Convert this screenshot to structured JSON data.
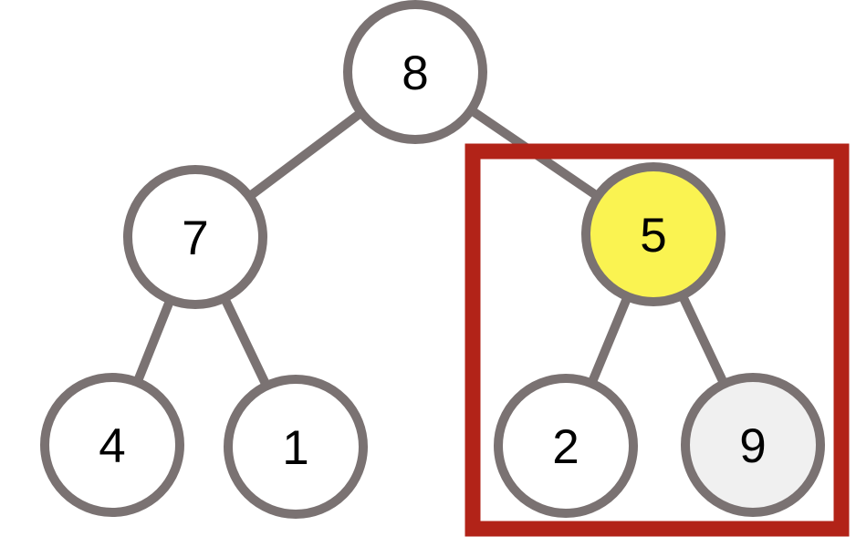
{
  "diagram": {
    "type": "binary-tree",
    "tree": {
      "nodes": {
        "root": {
          "value": "8",
          "fill": "#FFFFFF",
          "state": "normal"
        },
        "left": {
          "value": "7",
          "fill": "#FFFFFF",
          "state": "normal"
        },
        "right": {
          "value": "5",
          "fill": "#FAF351",
          "state": "highlighted-yellow"
        },
        "left_left": {
          "value": "4",
          "fill": "#FFFFFF",
          "state": "normal"
        },
        "left_right": {
          "value": "1",
          "fill": "#FFFFFF",
          "state": "normal"
        },
        "right_left": {
          "value": "2",
          "fill": "#FFFFFF",
          "state": "normal"
        },
        "right_right": {
          "value": "9",
          "fill": "#F0F0F0",
          "state": "shaded-gray"
        }
      },
      "edges": [
        {
          "from": "8",
          "to": "7"
        },
        {
          "from": "8",
          "to": "5"
        },
        {
          "from": "7",
          "to": "4"
        },
        {
          "from": "7",
          "to": "1"
        },
        {
          "from": "5",
          "to": "2"
        },
        {
          "from": "5",
          "to": "9"
        }
      ],
      "highlight_box": {
        "encloses": [
          "5",
          "2",
          "9"
        ]
      }
    },
    "colors": {
      "node_stroke": "#7A7272",
      "edge": "#7A7272",
      "highlight_box": "#B22318",
      "node_fill_default": "#FFFFFF",
      "node_fill_current": "#FAF351",
      "node_fill_shaded": "#F0F0F0",
      "text": "#000000",
      "background": "#FFFFFF"
    }
  }
}
